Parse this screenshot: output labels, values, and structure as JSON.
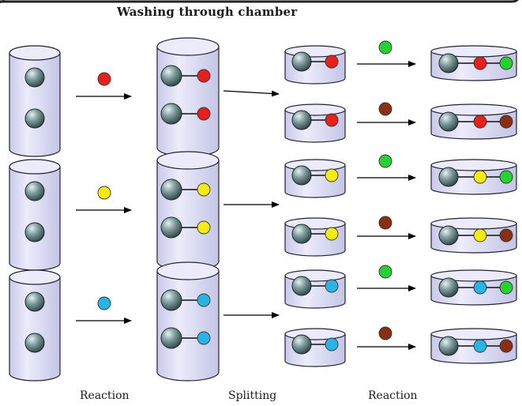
{
  "title": "Washing through chamber",
  "step_labels": {
    "reaction_1": "Reaction",
    "splitting": "Splitting",
    "reaction_2": "Reaction"
  },
  "colors": {
    "chamber_fill": "#ddddf3",
    "chamber_top": "#ebebfb",
    "chamber_stroke": "#222233",
    "resin_bead": "#6f8c8e",
    "red": "#e8201c",
    "yellow": "#f5ea12",
    "cyan": "#2ab4e6",
    "green": "#27d133",
    "brown": "#8a2f14"
  },
  "rows": [
    {
      "first_unit": "red",
      "branches": [
        {
          "second_unit": "green"
        },
        {
          "second_unit": "brown"
        }
      ]
    },
    {
      "first_unit": "yellow",
      "branches": [
        {
          "second_unit": "green"
        },
        {
          "second_unit": "brown"
        }
      ]
    },
    {
      "first_unit": "cyan",
      "branches": [
        {
          "second_unit": "green"
        },
        {
          "second_unit": "brown"
        }
      ]
    }
  ]
}
